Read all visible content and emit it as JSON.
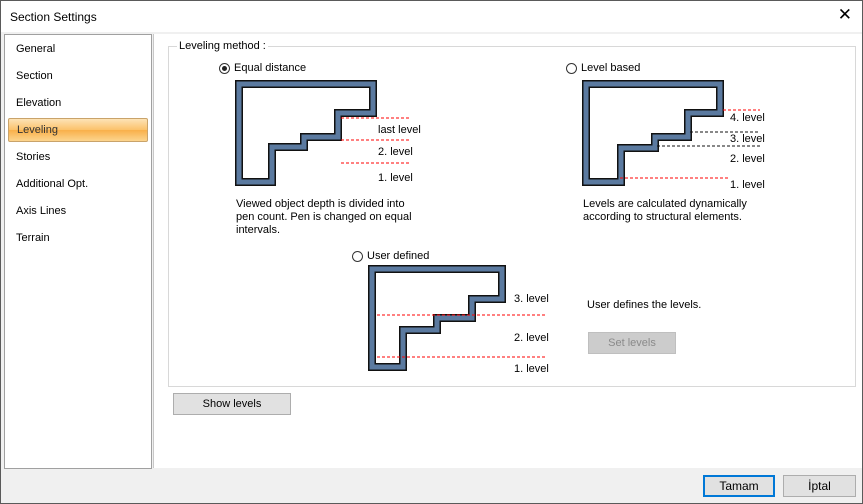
{
  "window": {
    "title": "Section Settings",
    "close": "✕"
  },
  "sidebar": {
    "items": [
      {
        "label": "General"
      },
      {
        "label": "Section"
      },
      {
        "label": "Elevation"
      },
      {
        "label": "Leveling"
      },
      {
        "label": "Stories"
      },
      {
        "label": "Additional Opt."
      },
      {
        "label": "Axis Lines"
      },
      {
        "label": "Terrain"
      }
    ],
    "selected": "Leveling"
  },
  "leveling": {
    "group_label": "Leveling method :",
    "equal": {
      "label": "Equal distance",
      "checked": true,
      "levels": [
        "last level",
        "2. level",
        "1. level"
      ],
      "desc": "Viewed object depth is divided into pen count. Pen is changed on equal intervals."
    },
    "based": {
      "label": "Level based",
      "checked": false,
      "levels": [
        "4. level",
        "3. level",
        "2. level",
        "1. level"
      ],
      "desc": "Levels are calculated dynamically according to structural elements."
    },
    "user": {
      "label": "User defined",
      "checked": false,
      "levels": [
        "3. level",
        "2. level",
        "1. level"
      ],
      "desc": "User defines the levels.",
      "set_levels": "Set levels"
    }
  },
  "show_levels": "Show levels",
  "footer": {
    "ok": "Tamam",
    "cancel": "İptal"
  },
  "colors": {
    "shape": "#5b7aa0",
    "dash": "#ff0000",
    "selected": "#fbc16a",
    "focus": "#0078d7"
  }
}
